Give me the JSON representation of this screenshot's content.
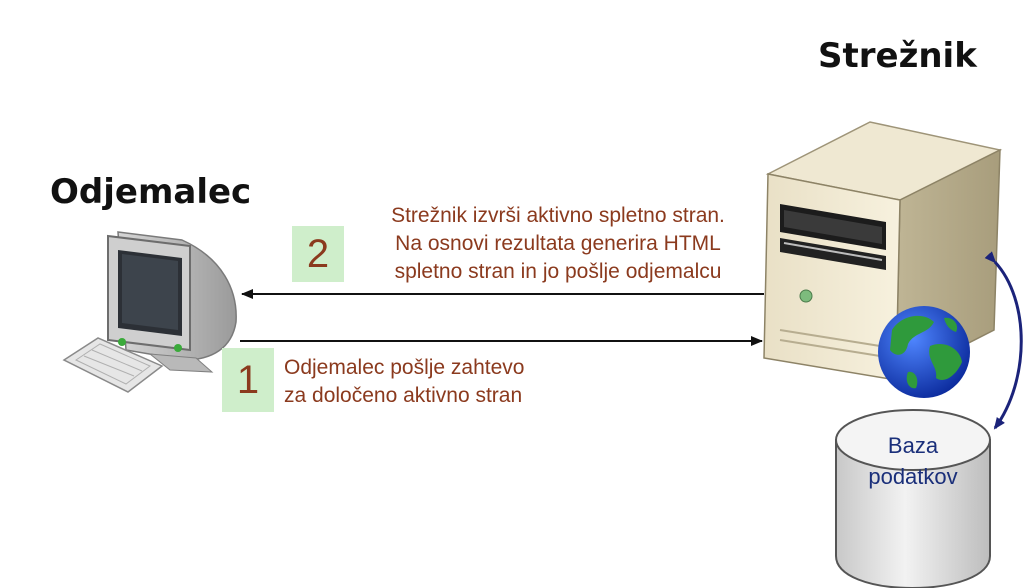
{
  "client": {
    "title": "Odjemalec"
  },
  "server": {
    "title": "Strežnik"
  },
  "step1": {
    "number": "1",
    "lines": [
      "Odjemalec pošlje zahtevo",
      "za določeno aktivno stran"
    ]
  },
  "step2": {
    "number": "2",
    "lines": [
      "Strežnik izvrši aktivno spletno stran.",
      "Na osnovi rezultata generira HTML",
      "spletno stran in jo pošlje odjemalcu"
    ]
  },
  "database": {
    "lines": [
      "Baza",
      "podatkov"
    ]
  },
  "colors": {
    "text_brown": "#8b3a1e",
    "step_box_green": "#cfeecb",
    "db_text_blue": "#1a2f7a",
    "db_link_navy": "#1b237a",
    "arrow_black": "#111111"
  },
  "icons": [
    "computer-monitor-icon",
    "keyboard-icon",
    "server-tower-icon",
    "globe-icon",
    "database-cylinder-icon"
  ]
}
